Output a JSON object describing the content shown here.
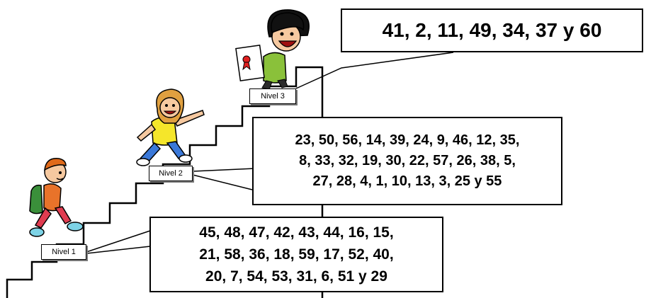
{
  "levels": [
    {
      "label": "Nivel 1",
      "numbers": [
        "45, 48, 47, 42, 43, 44, 16, 15,",
        "21, 58, 36, 18, 59, 17, 52, 40,",
        "20, 7, 54, 53, 31, 6, 51 y 29"
      ]
    },
    {
      "label": "Nivel 2",
      "numbers": [
        "23, 50, 56, 14, 39, 24, 9, 46, 12, 35,",
        "8, 33, 32, 19, 30, 22, 57, 26, 38, 5,",
        "27, 28, 4, 1, 10, 13, 3, 25 y 55"
      ]
    },
    {
      "label": "Nivel 3",
      "numbers": [
        "41, 2, 11, 49, 34, 37 y 60"
      ]
    }
  ],
  "colors": {
    "stairs": "#000000",
    "kid1_shirt": "#e8732a",
    "kid1_pants": "#e03c50",
    "kid1_backpack": "#3a8f3a",
    "kid2_shirt": "#f5e62a",
    "kid2_pants": "#3a78d8",
    "kid2_hair": "#e0a040",
    "kid3_shirt": "#8ac13a",
    "kid3_hair": "#111111"
  }
}
